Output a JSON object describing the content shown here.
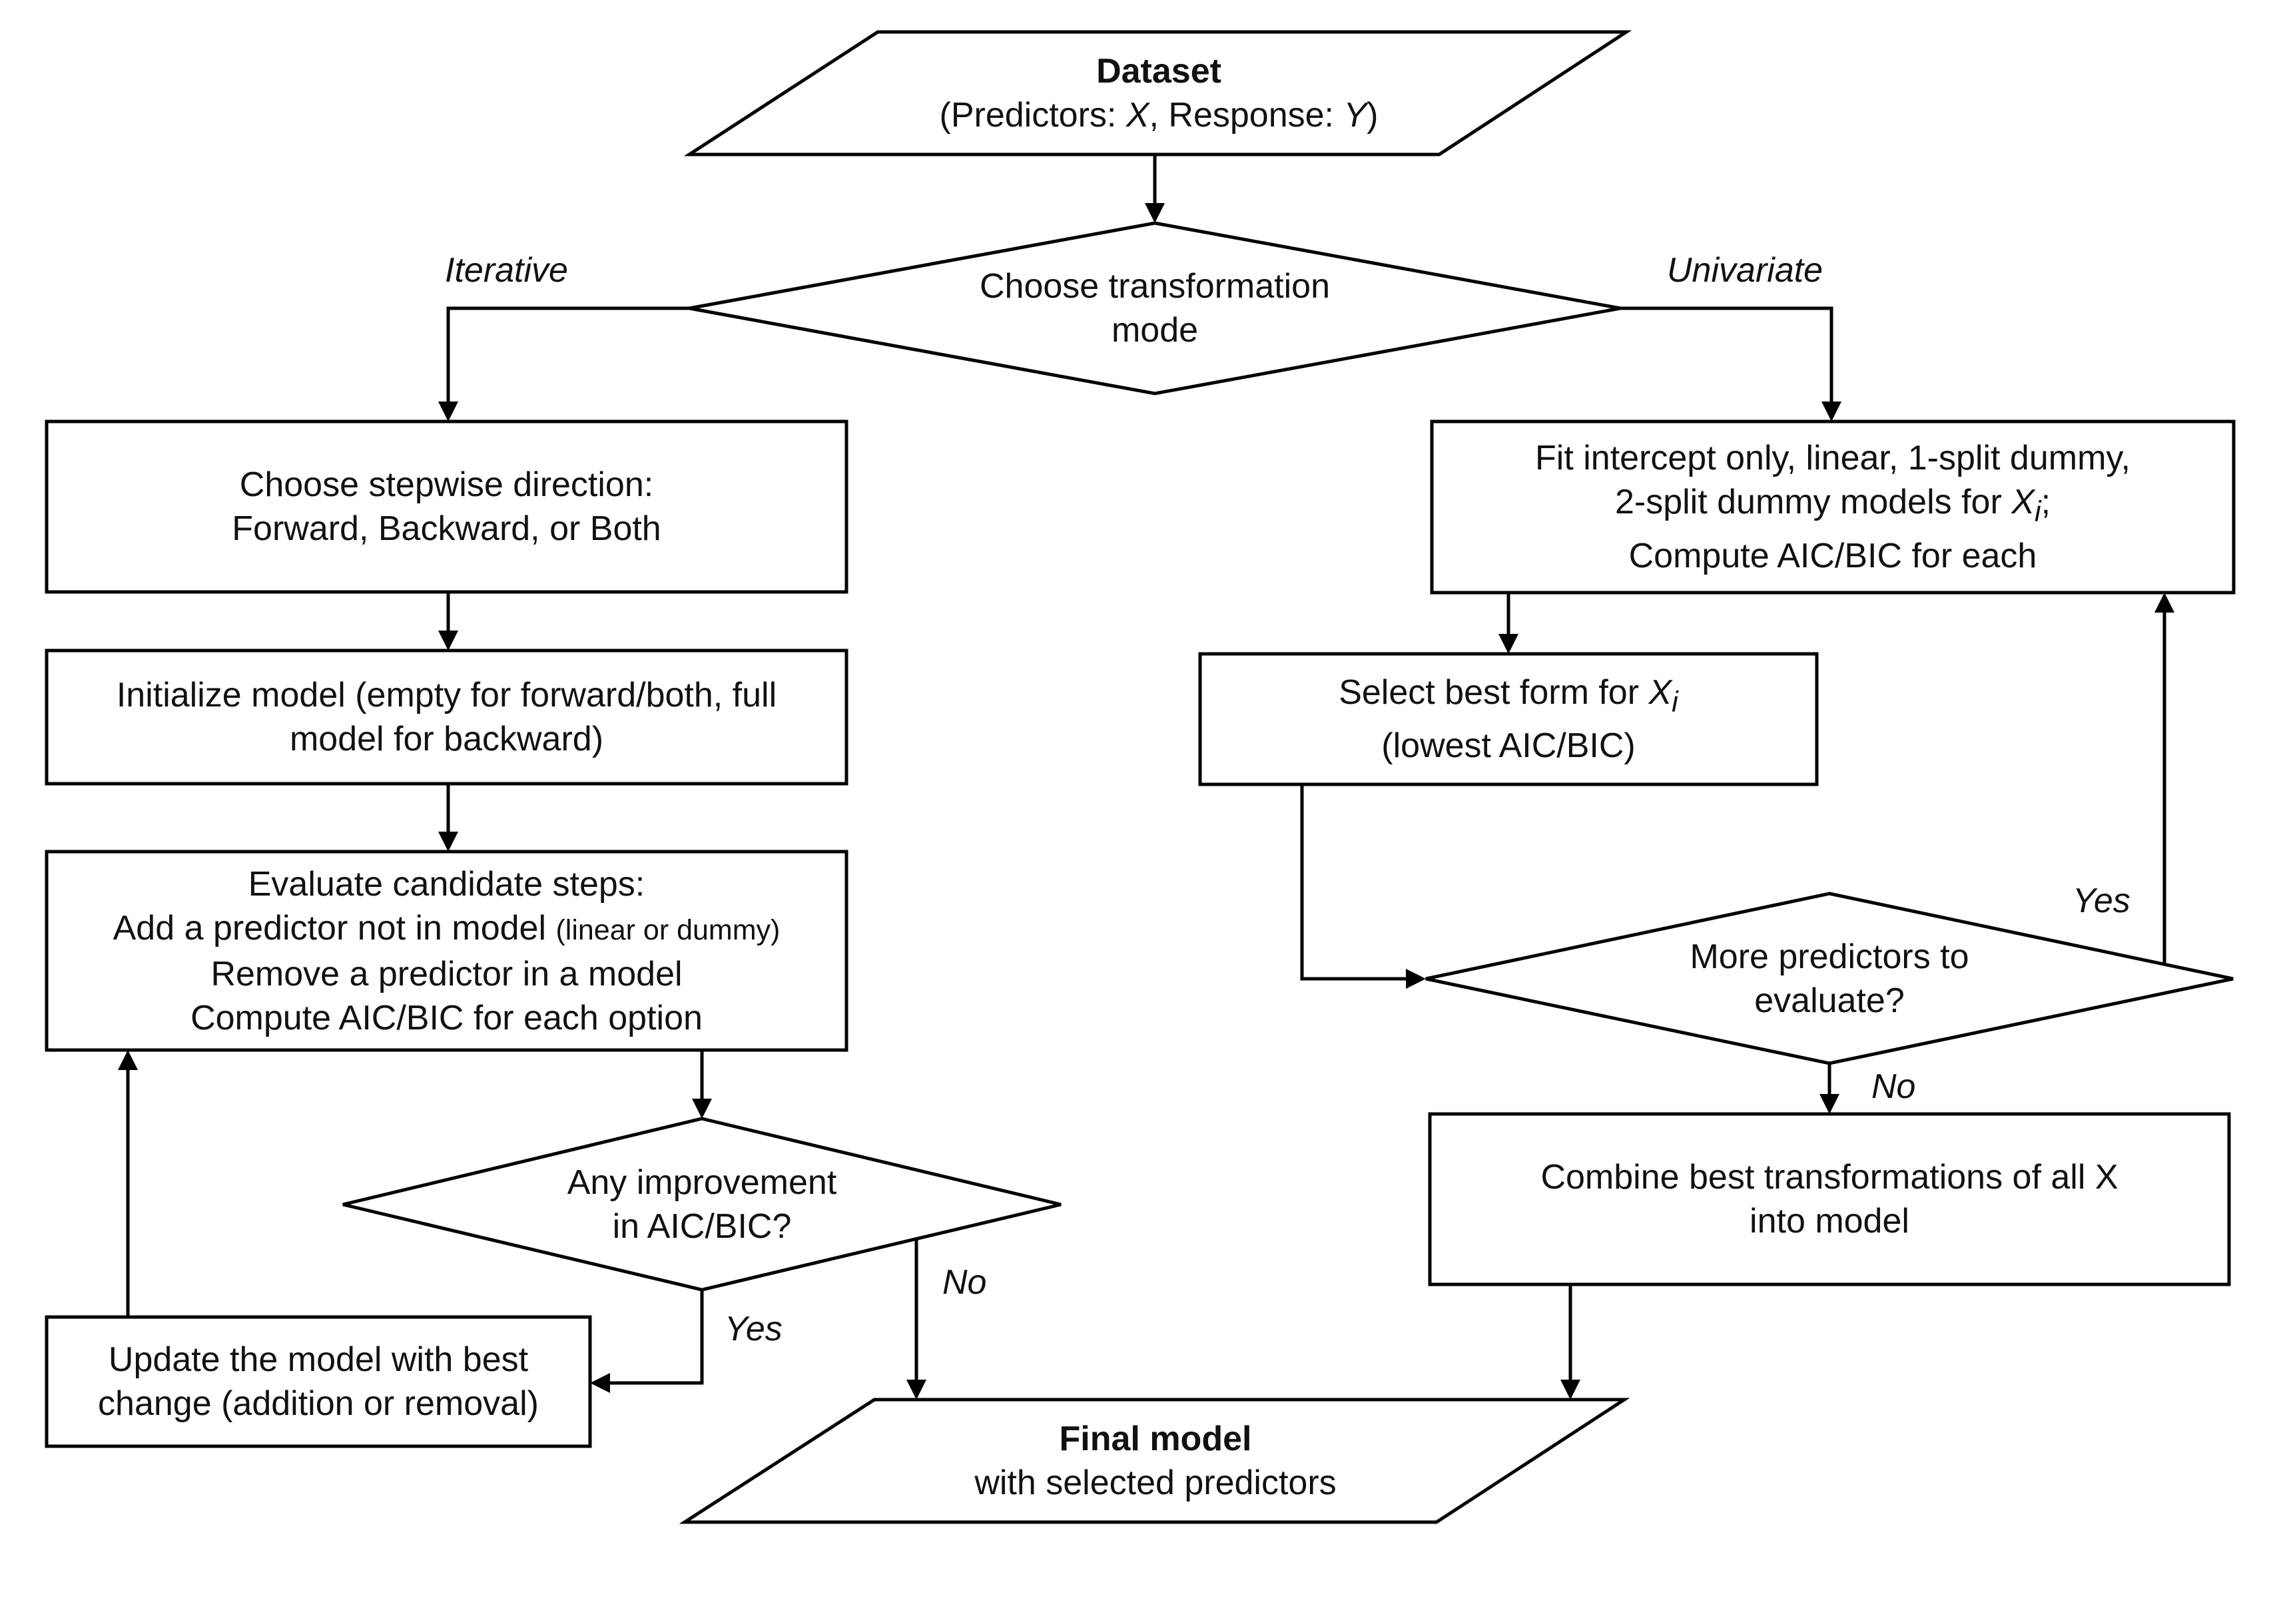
{
  "nodes": {
    "dataset": {
      "title": "Dataset",
      "line1_a": "(Predictors: ",
      "var_x": "X",
      "line1_b": ", Response: ",
      "var_y": "Y",
      "line1_c": ")"
    },
    "choose_mode": {
      "line1": "Choose transformation",
      "line2": "mode"
    },
    "stepwise_direction": {
      "line1": "Choose stepwise direction:",
      "line2": "Forward, Backward, or Both"
    },
    "initialize_model": {
      "line1": "Initialize model (empty for forward/both, full",
      "line2": "model for backward)"
    },
    "evaluate_steps": {
      "line1": "Evaluate candidate steps:",
      "line2": "Add a predictor not in model",
      "line2_small": "(linear or dummy)",
      "line3": "Remove a predictor in a model",
      "line4": "Compute AIC/BIC for each option"
    },
    "improvement": {
      "line1": "Any improvement",
      "line2": "in AIC/BIC?"
    },
    "update_model": {
      "line1": "Update the model with best",
      "line2": "change (addition or removal)"
    },
    "fit_models": {
      "line1": "Fit intercept only, linear, 1-split dummy,",
      "line2": "2-split dummy models for ",
      "var": "X",
      "sub": "i",
      "line2_end": ";",
      "line3": "Compute AIC/BIC for each"
    },
    "select_best": {
      "line1": "Select best form for ",
      "var": "X",
      "sub": "i",
      "line2": "(lowest AIC/BIC)"
    },
    "more_predictors": {
      "line1": "More predictors to",
      "line2": "evaluate?"
    },
    "combine": {
      "line1": "Combine best transformations of all X",
      "line2": "into model"
    },
    "final_model": {
      "title": "Final model",
      "line2": "with selected predictors"
    }
  },
  "edge_labels": {
    "iterative": "Iterative",
    "univariate": "Univariate",
    "yes_improve": "Yes",
    "no_improve": "No",
    "yes_more": "Yes",
    "no_more": "No"
  },
  "colors": {
    "stroke": "#000000",
    "fill": "#ffffff",
    "text": "#111111"
  }
}
